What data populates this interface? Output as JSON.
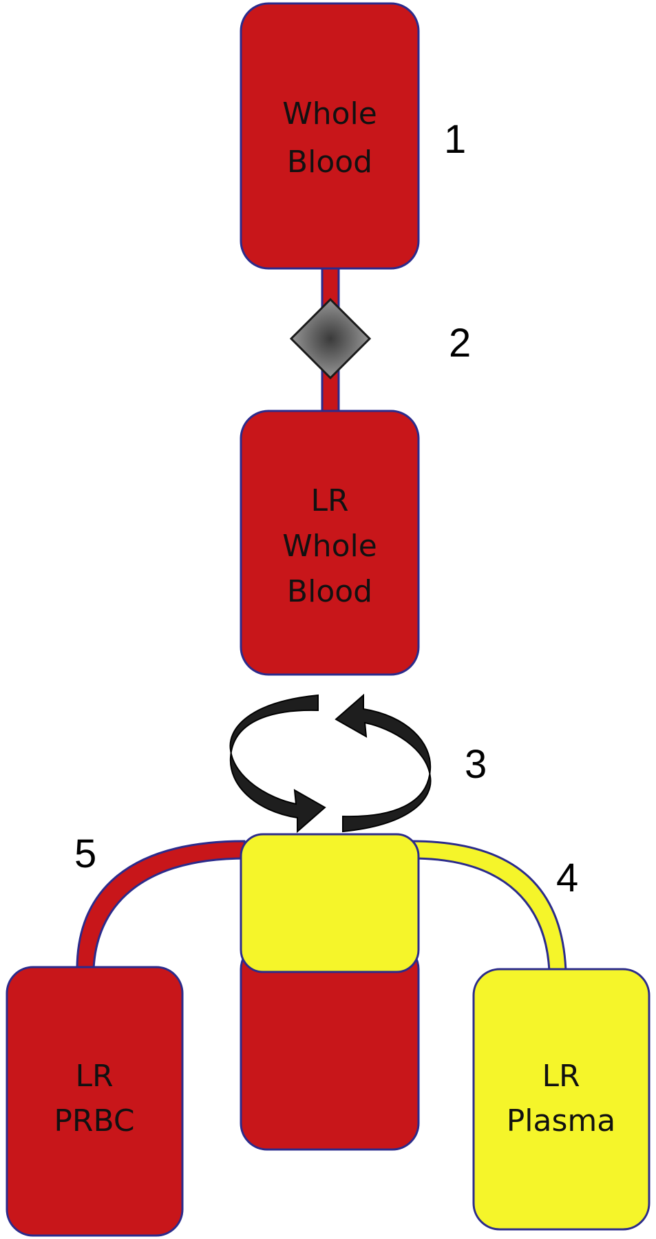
{
  "colors": {
    "red": "#C8161A",
    "yellow": "#F5F52A",
    "outline": "#2B2B8C",
    "arrow": "#1E1E1E",
    "filter_gray": "#8A8A8A"
  },
  "boxes": {
    "whole_blood": {
      "line1": "Whole",
      "line2": "Blood"
    },
    "lr_whole_blood": {
      "line1": "LR",
      "line2": "Whole",
      "line3": "Blood"
    },
    "lr_prbc": {
      "line1": "LR",
      "line2": "PRBC"
    },
    "lr_plasma": {
      "line1": "LR",
      "line2": "Plasma"
    }
  },
  "steps": {
    "s1": "1",
    "s2": "2",
    "s3": "3",
    "s4": "4",
    "s5": "5"
  }
}
